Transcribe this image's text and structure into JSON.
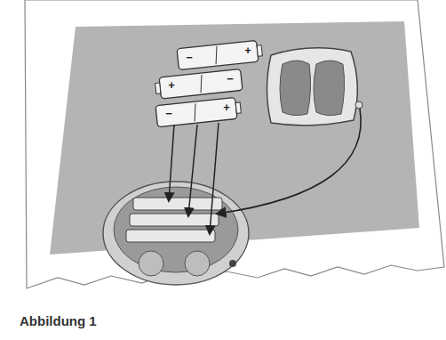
{
  "diagram": {
    "caption": "Abbildung 1",
    "labels": [
      "−",
      "+",
      "+",
      "−",
      "−",
      "+"
    ]
  }
}
